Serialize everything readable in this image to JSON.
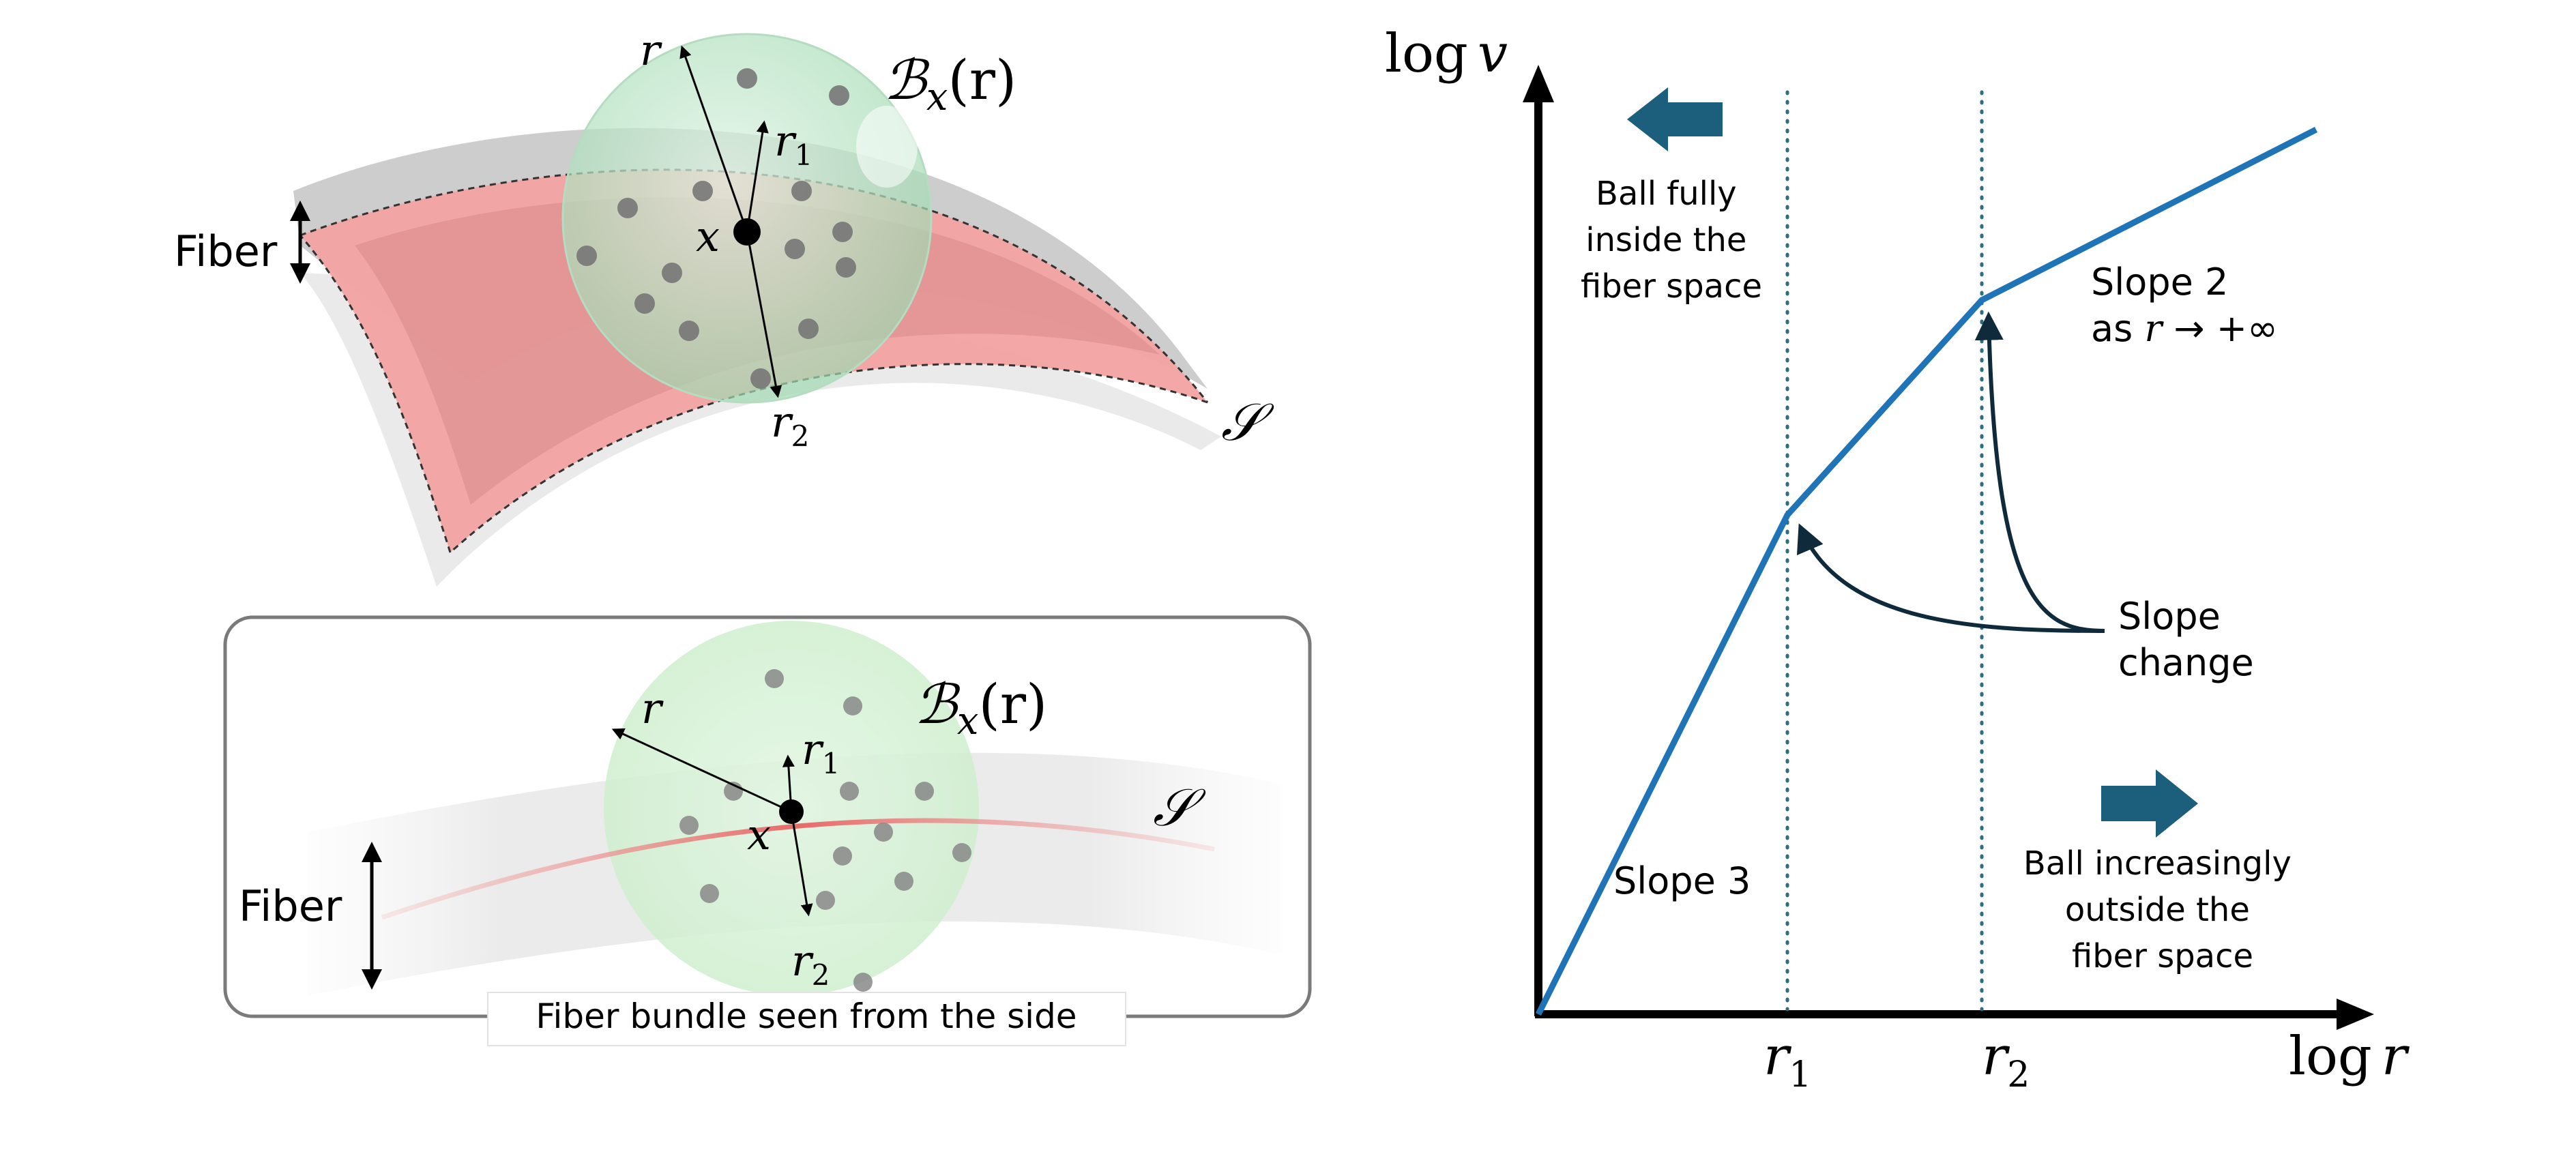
{
  "top_panel": {
    "fiber_label": "Fiber",
    "r_label": "r",
    "r1_label": "r",
    "r1_sub": "1",
    "r2_label": "r",
    "r2_sub": "2",
    "x_label": "x",
    "ball_script": "ℬ",
    "ball_sub": "x",
    "ball_arg": "(r)",
    "manifold_label": "𝒮"
  },
  "side_panel": {
    "fiber_label": "Fiber",
    "r_label": "r",
    "r1_label": "r",
    "r1_sub": "1",
    "r2_label": "r",
    "r2_sub": "2",
    "x_label": "x",
    "ball_script": "ℬ",
    "ball_sub": "x",
    "ball_arg": "(r)",
    "manifold_label": "𝒮",
    "caption": "Fiber bundle seen from the side"
  },
  "graph": {
    "y_axis_label": "log v",
    "y_axis_log": "log",
    "y_axis_var": "v",
    "x_axis_log": "log",
    "x_axis_var": "r",
    "tick1": "r",
    "tick1_sub": "1",
    "tick2": "r",
    "tick2_sub": "2",
    "left_note": [
      "Ball fully",
      "inside the",
      "fiber space"
    ],
    "right_note": [
      "Ball increasingly",
      "outside the",
      "fiber space"
    ],
    "slope3": "Slope 3",
    "slope2_line1": "Slope 2",
    "slope2_line2_prefix": "as ",
    "slope2_line2_var": "r",
    "slope2_line2_suffix": " → +∞",
    "slope_change": [
      "Slope",
      "change"
    ],
    "colors": {
      "curve": "#1f73b7",
      "arrow": "#1b5f7c",
      "dotted": "#2e6e7e",
      "axis": "#000000"
    }
  }
}
